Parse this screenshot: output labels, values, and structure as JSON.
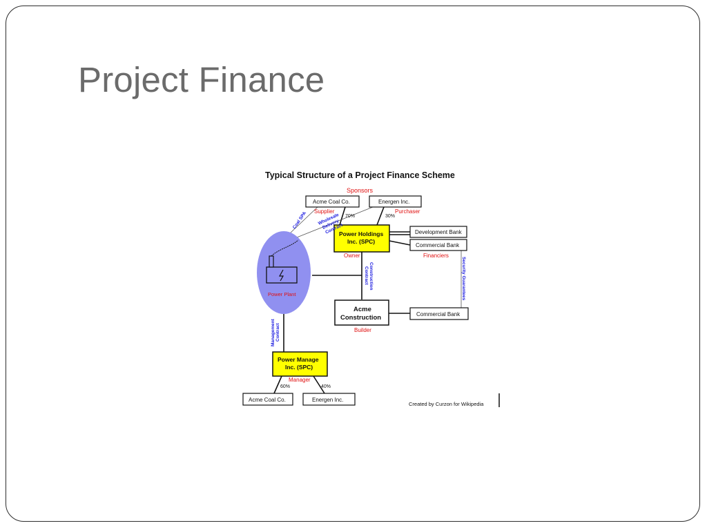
{
  "slide": {
    "title": "Project Finance"
  },
  "diagram": {
    "title": "Typical Structure of a Project Finance Scheme",
    "sponsors_label": "Sponsors",
    "nodes": {
      "acme_coal_top": "Acme Coal Co.",
      "energen_top": "Energen Inc.",
      "power_holdings_line1": "Power Holdings",
      "power_holdings_line2": "Inc. (SPC)",
      "development_bank": "Development Bank",
      "commercial_bank_top": "Commercial Bank",
      "acme_construction_line1": "Acme",
      "acme_construction_line2": "Construction",
      "commercial_bank_bottom": "Commercial Bank",
      "power_manage_line1": "Power Manage",
      "power_manage_line2": "Inc. (SPC)",
      "acme_coal_bottom": "Acme Coal Co.",
      "energen_bottom": "Energen Inc.",
      "power_plant": "Power Plant"
    },
    "roles": {
      "supplier": "Supplier",
      "purchaser": "Purchaser",
      "owner": "Owner",
      "financiers": "Financiers",
      "builder": "Builder",
      "manager": "Manager"
    },
    "contracts": {
      "coal_spa": "Coal SPA",
      "wholesale_line1": "Wholesale",
      "wholesale_line2": "Delivery",
      "wholesale_line3": "Contract",
      "construction_line1": "Construction",
      "construction_line2": "Contract",
      "security_guarantees": "Security Guarantees",
      "management_line1": "Management",
      "management_line2": "Contract"
    },
    "percentages": {
      "acme_top_share": "70%",
      "energen_top_share": "30%",
      "acme_bottom_share": "60%",
      "energen_bottom_share": "40%"
    },
    "credit": "Created by Curzon for Wikipedia",
    "colors": {
      "spc_box": "#ffff00",
      "plant_ellipse": "#9090f0",
      "role_text": "#e01010",
      "contract_text": "#1a1ae0"
    }
  }
}
